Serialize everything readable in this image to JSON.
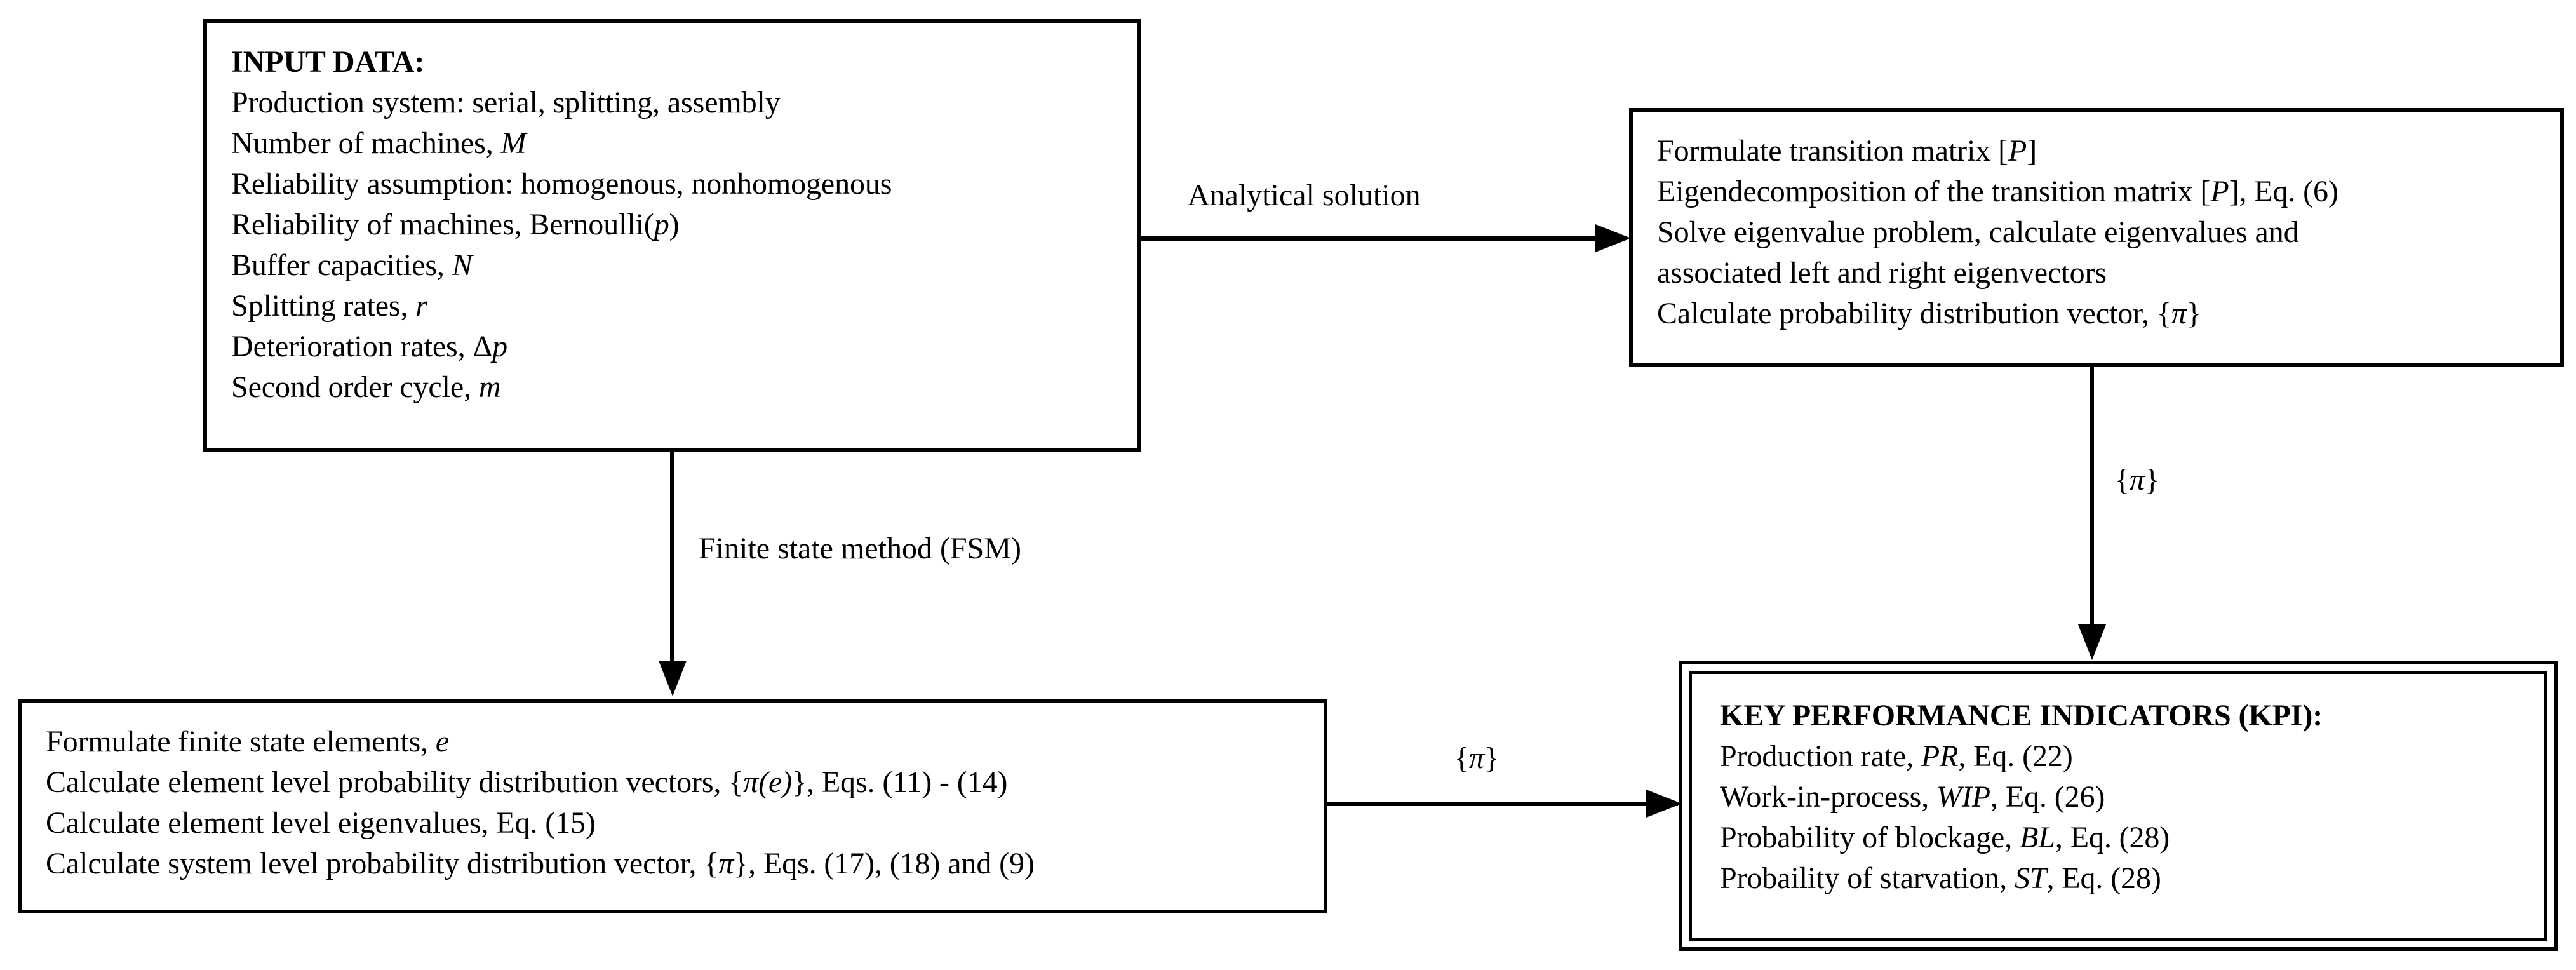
{
  "diagram": {
    "title": "Production system analysis methodology flowchart",
    "background_color": "#ffffff",
    "line_color": "#000000"
  },
  "boxes": {
    "input_data": {
      "heading": "INPUT DATA:",
      "lines": [
        "Production system: serial, splitting, assembly",
        "Number of machines, M",
        "Reliability assumption: homogenous, nonhomogenous",
        "Reliability of machines, Bernoulli(p)",
        "Buffer capacities, N",
        "Splitting rates, r",
        "Deterioration rates, Δp",
        "Second order cycle, m"
      ]
    },
    "analytical": {
      "lines": [
        "Formulate transition matrix [P]",
        "Eigendecomposition of the transition matrix [P], Eq. (6)",
        "Solve eigenvalue problem, calculate eigenvalues and",
        "associated left and right eigenvectors",
        "Calculate probability distribution vector, {π}"
      ]
    },
    "fsm": {
      "lines": [
        "Formulate finite state elements, e",
        "Calculate element level probability distribution vectors, {π(e)}, Eqs. (11) - (14)",
        "Calculate element level eigenvalues, Eq. (15)",
        "Calculate system level probability distribution vector, {π}, Eqs. (17), (18) and (9)"
      ]
    },
    "kpi": {
      "heading": "KEY PERFORMANCE INDICATORS (KPI):",
      "lines": [
        "Production rate, PR, Eq. (22)",
        "Work-in-process, WIP, Eq. (26)",
        "Probability of blockage, BL, Eq. (28)",
        "Probaility of starvation, ST, Eq. (28)"
      ]
    }
  },
  "edges": {
    "analytical_label": "Analytical solution",
    "fsm_label": "Finite state method (FSM)",
    "pi_vertical_label": "{π}",
    "pi_horizontal_label": "{π}"
  }
}
